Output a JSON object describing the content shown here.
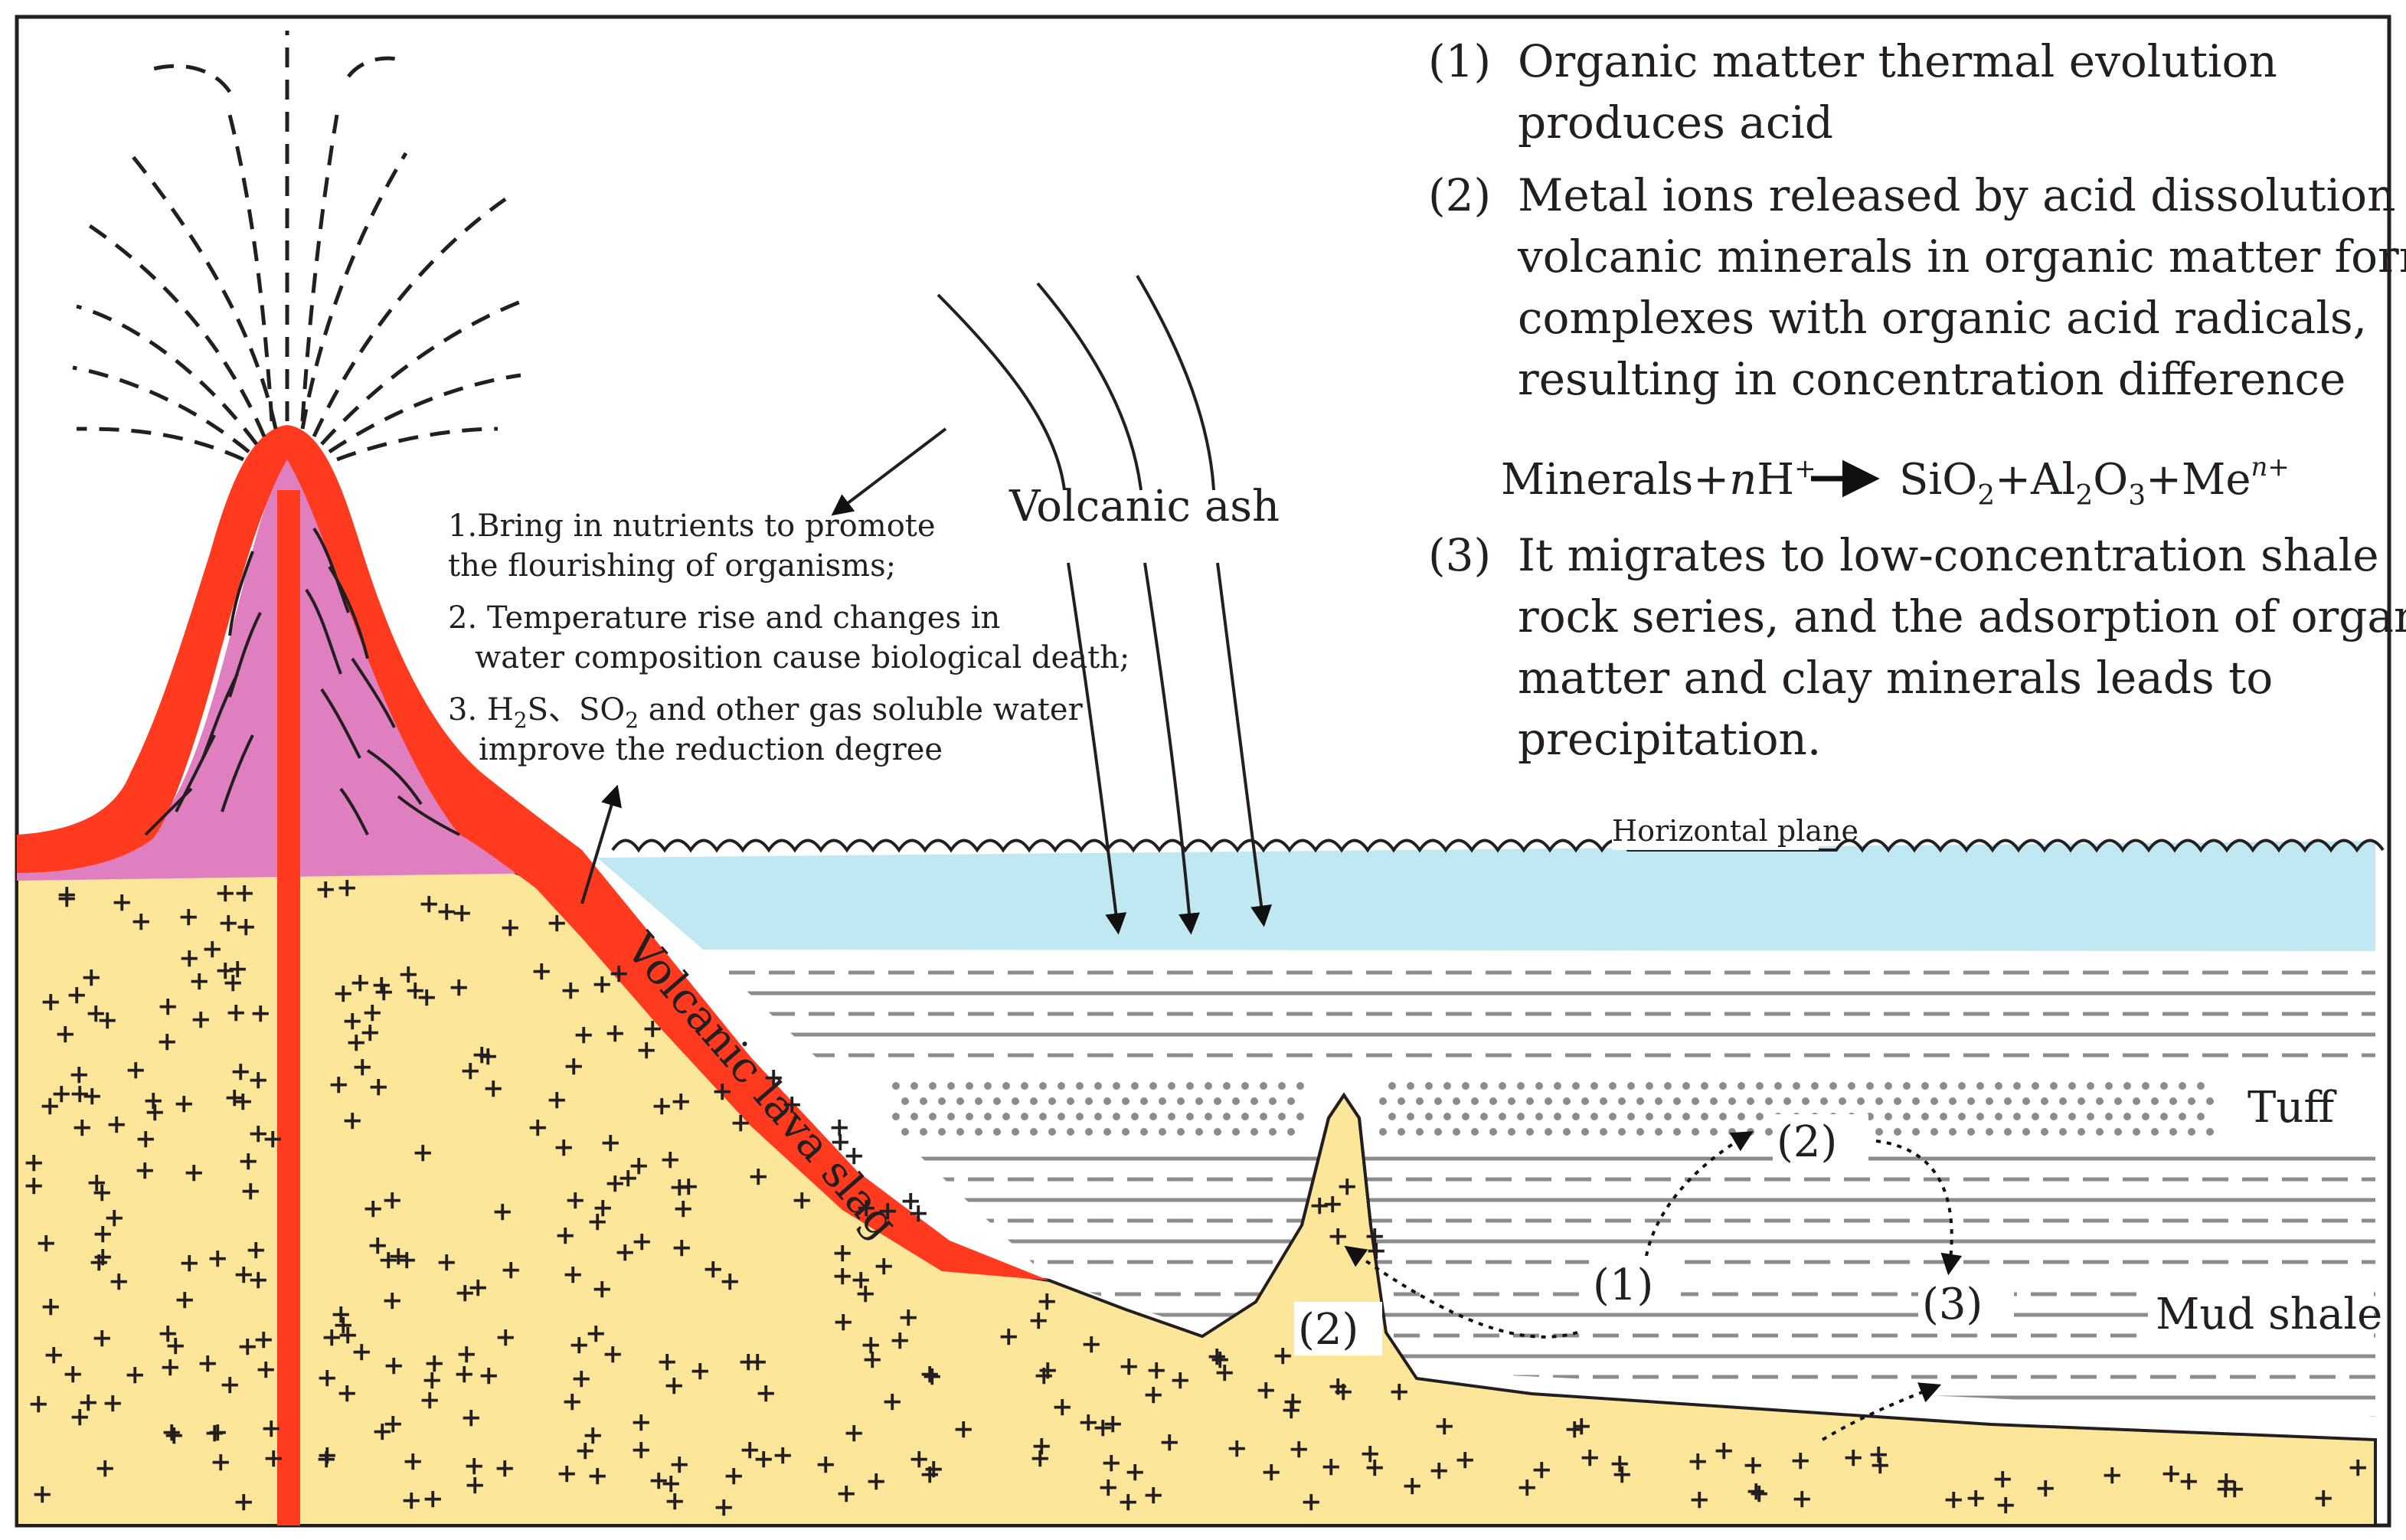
{
  "legend": {
    "item1": {
      "num": "(1)",
      "line1": "Organic matter thermal evolution",
      "line2": "produces acid"
    },
    "item2": {
      "num": "(2)",
      "line1": "Metal ions released by acid dissolution of",
      "line2": "volcanic minerals in organic matter form",
      "line3": "complexes with organic acid radicals,",
      "line4": "resulting in concentration difference"
    },
    "equation": {
      "left": "Minerals+",
      "n": "n",
      "h": "H",
      "hplus": "+",
      "sio": "SiO",
      "sub2": "2",
      "plus1": "+",
      "al": "Al",
      "alsub2": "2",
      "o": "O",
      "osub3": "3",
      "plus2": "+",
      "me": "Me",
      "sup_n": "n",
      "sup_plus": "+"
    },
    "item3": {
      "num": "(3)",
      "line1": "It migrates to low-concentration shale",
      "line2": "rock series, and the adsorption of organic",
      "line3": "matter and clay minerals leads to",
      "line4": "precipitation."
    }
  },
  "notes": {
    "line1": "1.Bring in nutrients to promote",
    "line2": "the flourishing of organisms;",
    "line3": "2. Temperature rise and changes in",
    "line4": "water composition cause biological death;",
    "line5_prefix": "3. H",
    "line5_sub": "2",
    "line5_mid": "S、SO",
    "line5_sub2": "2",
    "line5_suffix": " and other gas soluble water",
    "line6": "improve the reduction degree"
  },
  "labels": {
    "volcanic_ash": "Volcanic ash",
    "horizontal_plane": "Horizontal plane",
    "tuff": "Tuff",
    "mud_shale": "Mud shale",
    "lava_slag": "Volcanic lava slag",
    "marker_1": "(1)",
    "marker_2_upper": "(2)",
    "marker_2_lower": "(2)",
    "marker_3": "(3)"
  },
  "colors": {
    "lava": "#ff3a1f",
    "magma_chamber": "#e07fbf",
    "rock": "#fbe69a",
    "water": "#bfe8f2",
    "layer_line": "#8c8c8c",
    "text": "#231f20"
  }
}
